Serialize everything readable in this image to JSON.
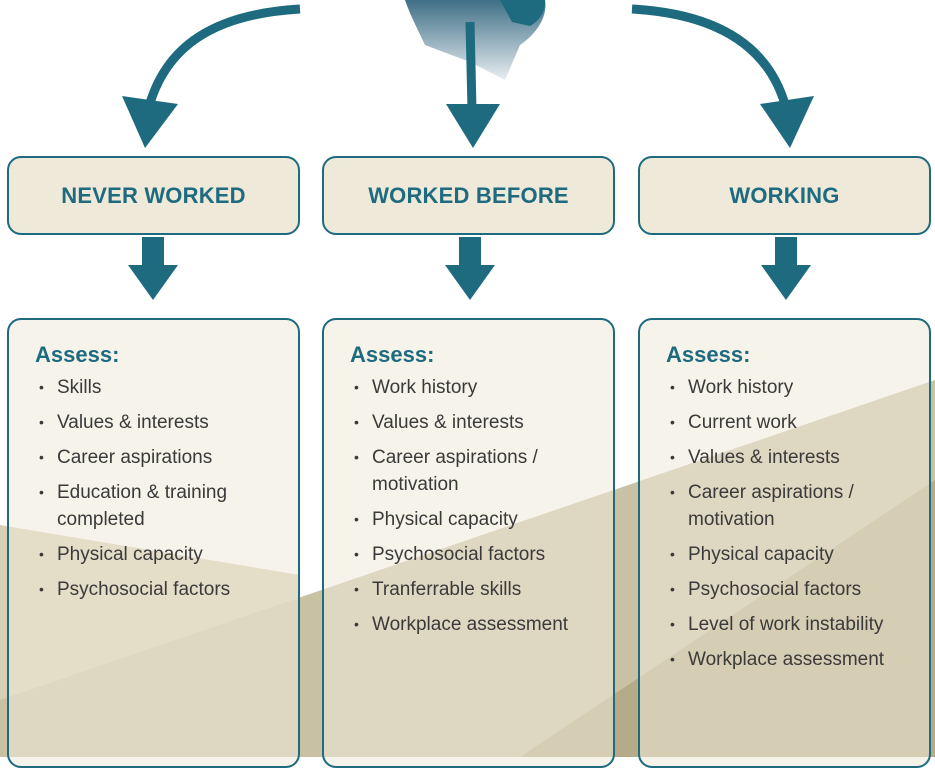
{
  "colors": {
    "accent": "#1e6b80",
    "box_fill": "#efe9d9",
    "text": "#3a3a3a",
    "bg_tan": "#c9c1a4",
    "bg_tan_dark": "#b5ab88"
  },
  "columns": [
    {
      "header": "NEVER WORKED",
      "assess_title": "Assess:",
      "items": [
        "Skills",
        "Values & interests",
        "Career aspirations",
        "Education & training completed",
        "Physical capacity",
        "Psychosocial factors"
      ]
    },
    {
      "header": "WORKED BEFORE",
      "assess_title": "Assess:",
      "items": [
        "Work history",
        "Values & interests",
        "Career aspirations / motivation",
        "Physical capacity",
        "Psychosocial factors",
        "Tranferrable skills",
        "Workplace assessment"
      ]
    },
    {
      "header": "WORKING",
      "assess_title": "Assess:",
      "items": [
        "Work history",
        "Current work",
        "Values & interests",
        "Career aspirations / motivation",
        "Physical capacity",
        "Psychosocial factors",
        "Level of work instability",
        "Workplace assessment"
      ]
    }
  ]
}
